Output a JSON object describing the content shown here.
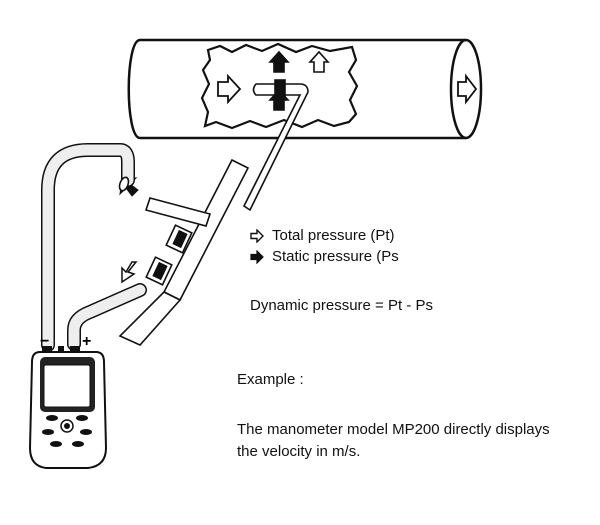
{
  "legend": {
    "total_label": "Total pressure (Pt)",
    "static_label": "Static pressure (Ps"
  },
  "formula": "Dynamic pressure = Pt - Ps",
  "example": {
    "heading": "Example :",
    "body_line1": "The manometer model MP200 directly displays",
    "body_line2": "the velocity in m/s."
  },
  "device": {
    "minus_label": "−",
    "plus_label": "+"
  },
  "icons": {
    "total": "hollow-arrow-right-icon",
    "static": "solid-arrow-right-icon"
  }
}
